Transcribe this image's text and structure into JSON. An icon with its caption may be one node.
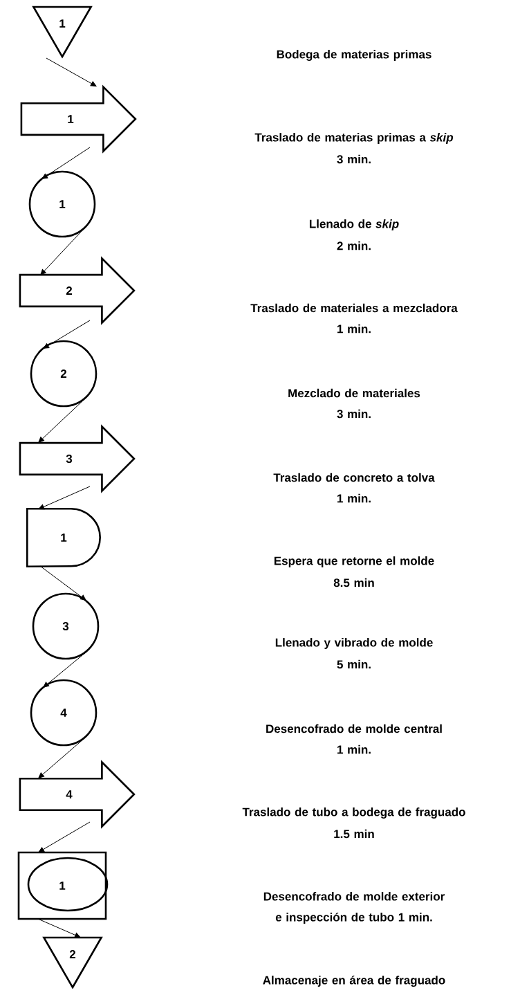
{
  "diagram": {
    "nodes": [
      {
        "text": [
          "1"
        ]
      },
      {
        "text": [
          "1"
        ],
        "beside": [
          "Traslado de materias primas a *skip*",
          "3 min."
        ]
      },
      {
        "text": [
          "1"
        ],
        "beside": [
          "Llenado de *skip*",
          "2 min."
        ]
      },
      {
        "text": [
          "2"
        ],
        "beside": [
          "Traslado de materiales a mezcladora",
          "1 min."
        ]
      },
      {
        "text": [
          "2"
        ],
        "beside": [
          "Mezclado de materiales",
          "3 min."
        ]
      },
      {
        "text": [
          "3"
        ],
        "beside": [
          "Traslado de concreto a tolva",
          "1 min."
        ]
      },
      {
        "text": [
          "1"
        ],
        "beside": [
          "Espera que retorne el molde",
          "8.5 min"
        ]
      },
      {
        "text": [
          "3"
        ],
        "beside": [
          "Llenado y vibrado de molde",
          "5 min."
        ]
      },
      {
        "text": [
          "4"
        ],
        "beside": [
          "Desencofrado de molde central",
          "1 min."
        ]
      },
      {
        "text": [
          "4"
        ],
        "beside": [
          "Traslado de tubo a bodega de fraguado",
          "1.5 min"
        ]
      },
      {
        "text": [
          "1"
        ]
      },
      {
        "text": [
          "2"
        ]
      }
    ],
    "labels": [
      "Bodega de materias primas",
      "Desencofrado de molde exterior e inspección de tubo 1 min.",
      "Almacenaje en área de fraguado"
    ],
    "edges": [
      {
        "from": 0,
        "to": 1,
        "arrow": "to"
      },
      {
        "from": 1,
        "to": 2,
        "arrow": "to"
      },
      {
        "from": 2,
        "to": 3,
        "arrow": "to"
      },
      {
        "from": 3,
        "to": 4,
        "arrow": "to"
      },
      {
        "from": 4,
        "to": 5,
        "arrow": "to"
      },
      {
        "from": 5,
        "to": 6,
        "arrow": "to"
      },
      {
        "from": 6,
        "to": 7,
        "arrow": "to"
      },
      {
        "from": 7,
        "to": 8,
        "arrow": "to"
      },
      {
        "from": 8,
        "to": 9,
        "arrow": "to"
      },
      {
        "from": 9,
        "to": 10,
        "arrow": "to"
      },
      {
        "from": 10,
        "to": 11,
        "arrow": "to"
      }
    ]
  }
}
